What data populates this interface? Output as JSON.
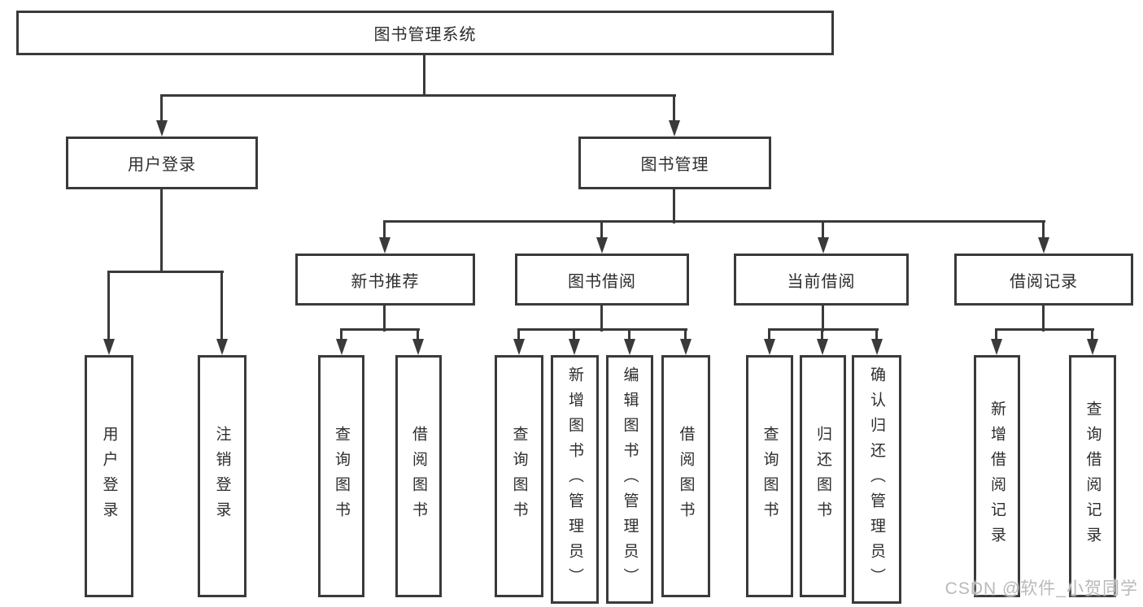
{
  "nodes": {
    "root": {
      "label": "图书管理系统"
    },
    "user_login": {
      "label": "用户登录"
    },
    "book_mgmt": {
      "label": "图书管理"
    },
    "new_books": {
      "label": "新书推荐"
    },
    "borrowing": {
      "label": "图书借阅"
    },
    "current": {
      "label": "当前借阅"
    },
    "records": {
      "label": "借阅记录"
    }
  },
  "leaves": {
    "user_login": [
      "用户登录",
      "注销登录"
    ],
    "new_books": [
      "查询图书",
      "借阅图书"
    ],
    "borrowing": [
      "查询图书",
      "新增图书（管理员）",
      "编辑图书（管理员）",
      "借阅图书"
    ],
    "current": [
      "查询图书",
      "归还图书",
      "确认归还（管理员）"
    ],
    "records": [
      "新增借阅记录",
      "查询借阅记录"
    ]
  },
  "watermark": {
    "text": "CSDN @软件_小贺同学"
  },
  "colors": {
    "line": "#3a3a3a",
    "text": "#2d2d2d",
    "watermark": "#b9b9b9",
    "background": "#ffffff"
  }
}
